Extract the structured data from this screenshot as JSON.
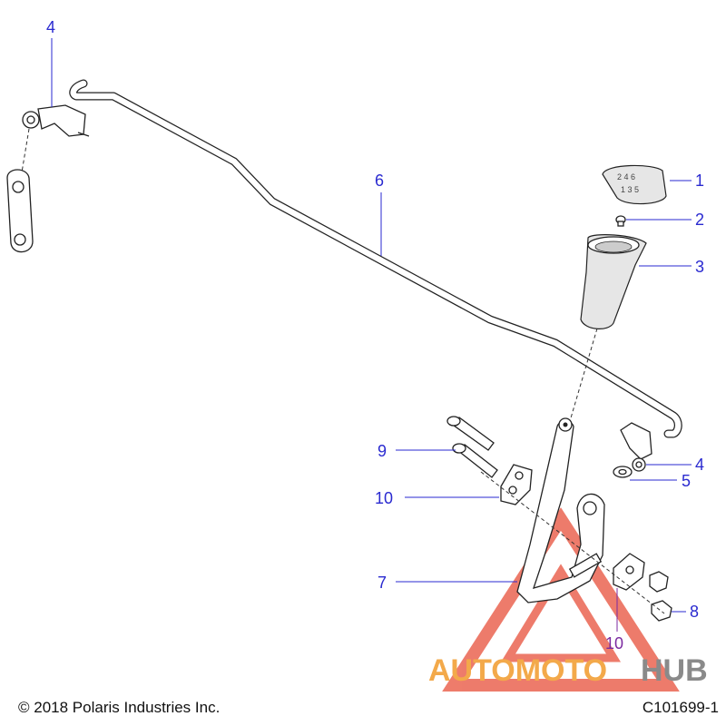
{
  "footer": {
    "copyright": "© 2018 Polaris Industries Inc.",
    "diagram_code": "C101699-1"
  },
  "callouts": [
    {
      "id": "c1",
      "label": "1"
    },
    {
      "id": "c2",
      "label": "2"
    },
    {
      "id": "c3",
      "label": "3"
    },
    {
      "id": "c4a",
      "label": "4"
    },
    {
      "id": "c4b",
      "label": "4"
    },
    {
      "id": "c5",
      "label": "5"
    },
    {
      "id": "c6",
      "label": "6"
    },
    {
      "id": "c7",
      "label": "7"
    },
    {
      "id": "c8",
      "label": "8"
    },
    {
      "id": "c9",
      "label": "9"
    },
    {
      "id": "c10a",
      "label": "10"
    },
    {
      "id": "c10b",
      "label": "10"
    }
  ],
  "watermark": {
    "word_a": "AUTOMOTO",
    "word_b": "HUB",
    "color_a": "#f3a94a",
    "color_b": "#8a8a8a",
    "triangle_color": "#e8503a"
  }
}
